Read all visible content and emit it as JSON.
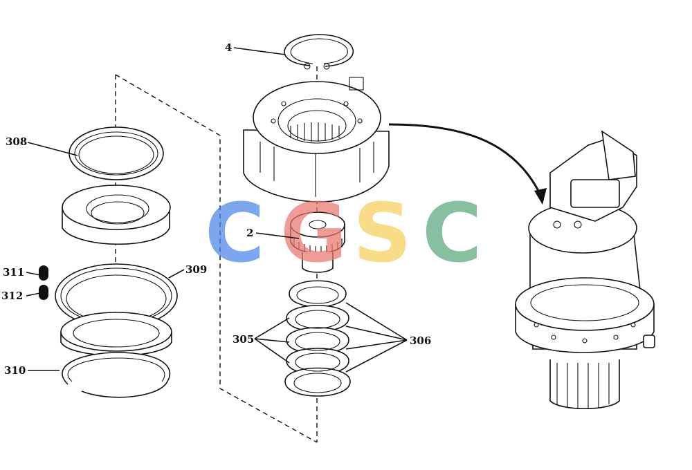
{
  "callouts": {
    "c4": "4",
    "c308": "308",
    "c2": "2",
    "c311": "311",
    "c309": "309",
    "c312": "312",
    "c305": "305",
    "c306": "306",
    "c310": "310"
  },
  "watermark": {
    "letters": [
      "C",
      "G",
      "S",
      "C"
    ],
    "colors": [
      "#4a86e8",
      "#e8776e",
      "#f6cf5a",
      "#5aa97c"
    ]
  },
  "colors": {
    "line": "#111111",
    "background": "#ffffff"
  }
}
